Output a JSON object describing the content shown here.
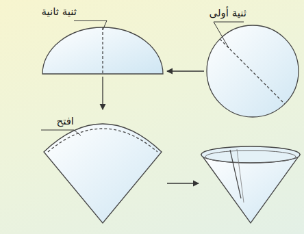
{
  "diagram": {
    "labels": [
      "ثنية أولى",
      "ثنية ثانية",
      "افتح"
    ]
  }
}
